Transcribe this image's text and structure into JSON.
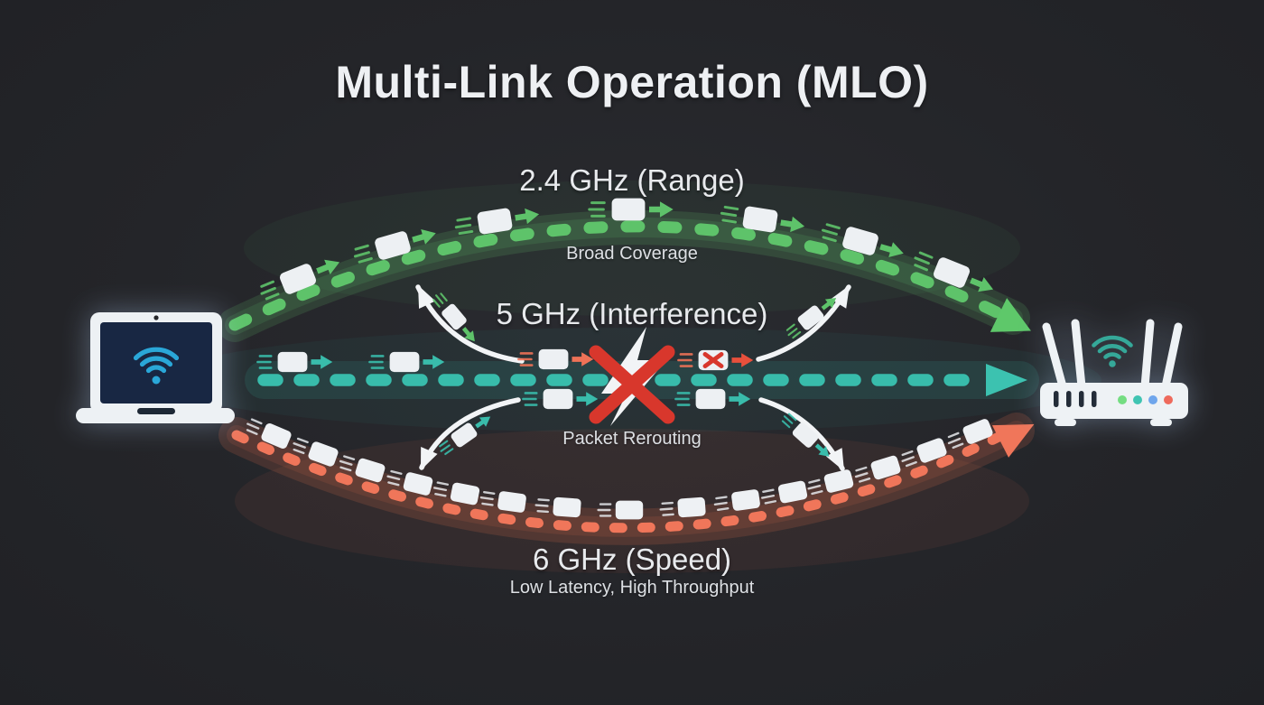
{
  "title": "Multi-Link Operation (MLO)",
  "device_left": {
    "name": "laptop client",
    "icon": "laptop-wifi-icon"
  },
  "device_right": {
    "name": "wifi router",
    "icon": "router-icon"
  },
  "links": [
    {
      "band": "2.4 GHz",
      "label": "2.4 GHz (Range)",
      "sublabel": "Broad Coverage",
      "color": "#5ec36a",
      "shape": "upper-arc",
      "status": "active"
    },
    {
      "band": "5 GHz",
      "label": "5 GHz (Interference)",
      "sublabel": "Packet Rerouting",
      "color": "#38bcab",
      "shape": "straight",
      "status": "interference"
    },
    {
      "band": "6 GHz",
      "label": "6 GHz (Speed)",
      "sublabel": "Low Latency, High Throughput",
      "color": "#f0765a",
      "shape": "lower-arc",
      "status": "active"
    }
  ],
  "annotations": {
    "interference_icon": "lightning-bolt-with-red-x",
    "blocked_packet_icon": "packet-with-red-x",
    "reroute_arrows": "white curved arrows from 5 GHz link up to 2.4 GHz and down to 6 GHz"
  },
  "colors": {
    "background": "#26272b",
    "text": "#e9ebee",
    "packet": "#edf0f3",
    "green": "#5ec36a",
    "teal": "#38bcab",
    "orange": "#f0765a",
    "red_x": "#d8372c",
    "white_arrow": "#f2f4f6",
    "laptop_screen": "#182743",
    "wifi_cyan": "#2aa7d8",
    "led_green": "#74dd82",
    "led_teal": "#3fc4b2",
    "led_blue": "#6fa6ec",
    "led_red": "#ee6a5c"
  }
}
